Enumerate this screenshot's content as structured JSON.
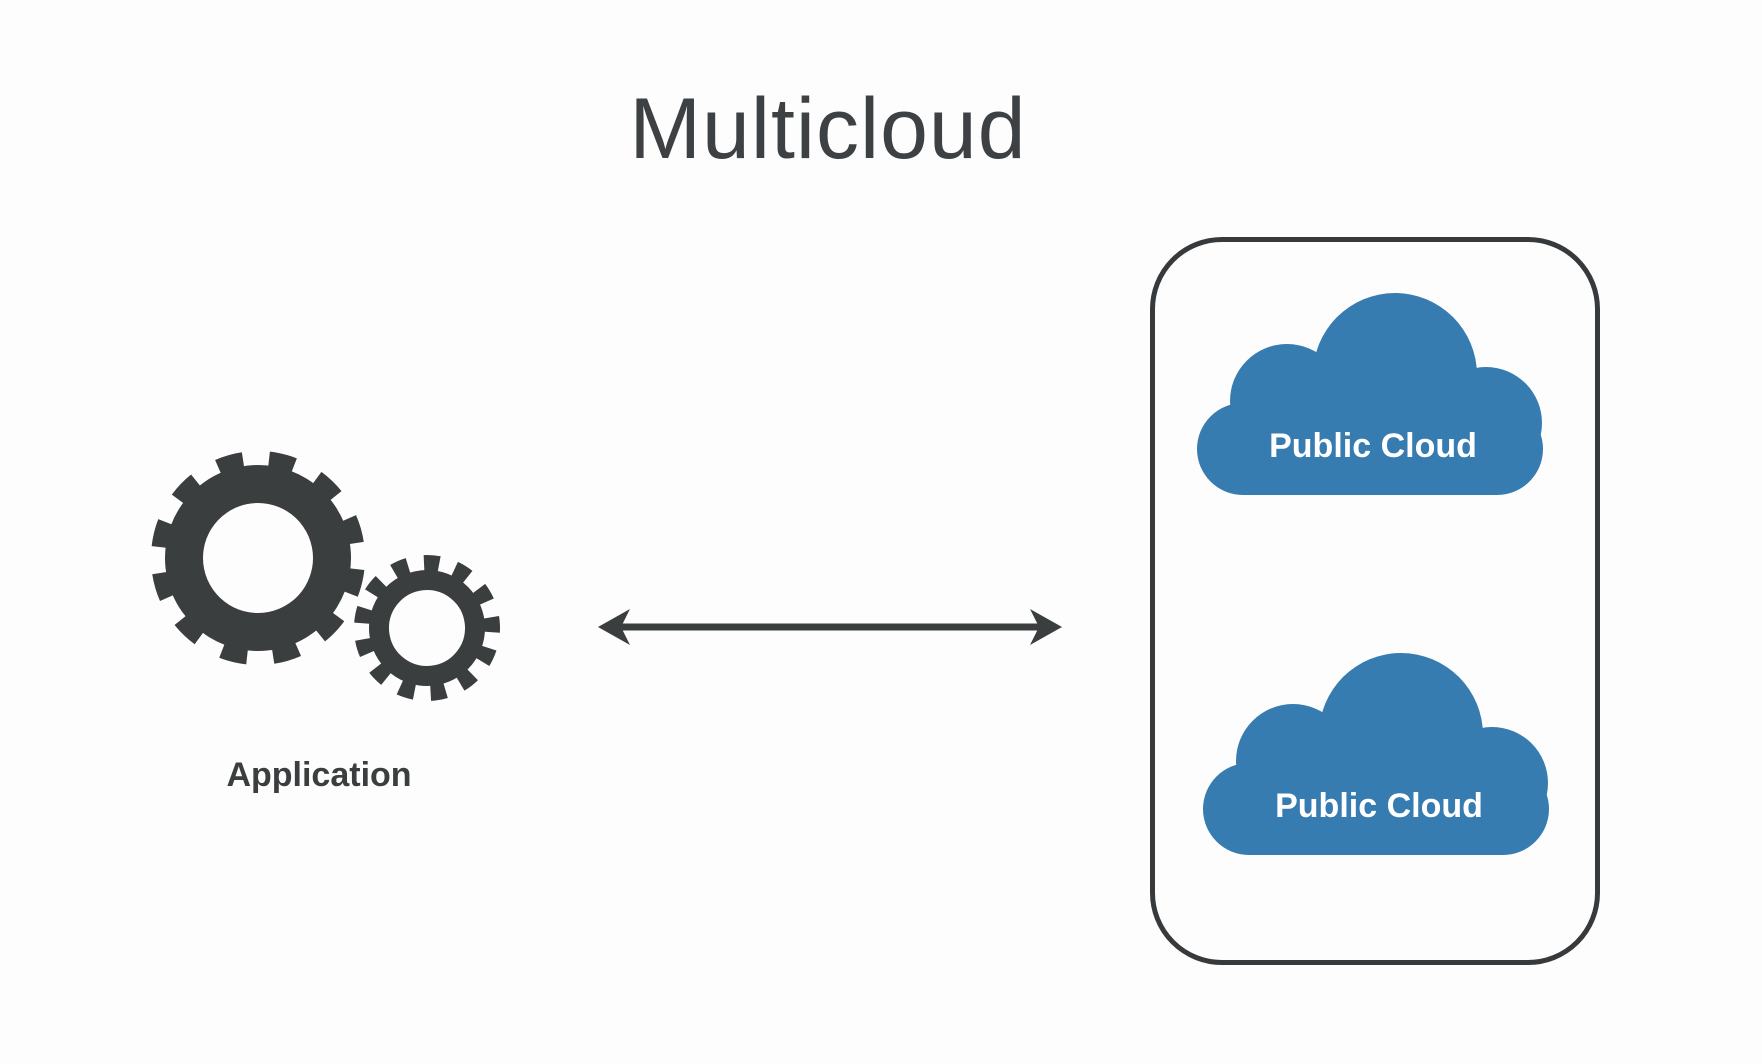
{
  "title": {
    "text": "Multicloud"
  },
  "application": {
    "label": "Application",
    "icon": "gears-icon"
  },
  "connector": {
    "icon": "double-headed-arrow-icon",
    "direction": "horizontal-bidirectional"
  },
  "clouds": {
    "container": "rounded-rectangle",
    "items": [
      {
        "label": "Public Cloud",
        "icon": "cloud-icon"
      },
      {
        "label": "Public Cloud",
        "icon": "cloud-icon"
      }
    ]
  },
  "colors": {
    "background": "#FDFDFD",
    "title_text": "#3E4143",
    "dark_icon": "#3B3E3E",
    "container_border": "#373A3C",
    "cloud_fill": "#377CB0",
    "cloud_label_text": "#FFFFFF"
  }
}
